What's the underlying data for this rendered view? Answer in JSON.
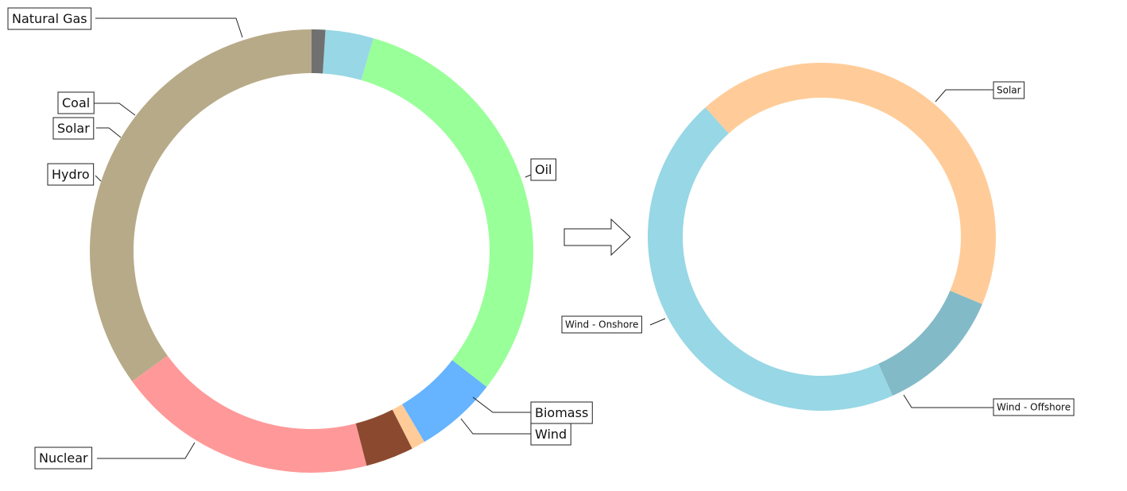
{
  "chart_data": [
    {
      "type": "pie",
      "style": "donut",
      "title": "",
      "start": "top, counterclockwise",
      "slices": [
        {
          "label": "Oil",
          "value": 35.0,
          "color": "#b7aa88"
        },
        {
          "label": "Natural Gas",
          "value": 19.0,
          "color": "#ff9999"
        },
        {
          "label": "Coal",
          "value": 3.5,
          "color": "#8b4a2f"
        },
        {
          "label": "Solar",
          "value": 1.0,
          "color": "#ffcc99"
        },
        {
          "label": "Hydro",
          "value": 6.0,
          "color": "#66b3ff"
        },
        {
          "label": "Nuclear",
          "value": 31.0,
          "color": "#99ff99"
        },
        {
          "label": "Wind",
          "value": 3.5,
          "color": "#98d7e5"
        },
        {
          "label": "Biomass",
          "value": 1.0,
          "color": "#707070"
        }
      ]
    },
    {
      "type": "pie",
      "style": "donut",
      "title": "",
      "start": "top-left, clockwise",
      "slices": [
        {
          "label": "Solar",
          "value": 43.0,
          "color": "#ffcc99"
        },
        {
          "label": "Wind - Offshore",
          "value": 12.0,
          "color": "#83bac7"
        },
        {
          "label": "Wind - Onshore",
          "value": 45.0,
          "color": "#98d7e5"
        }
      ]
    }
  ],
  "connector": {
    "icon": "right-arrow-icon"
  }
}
